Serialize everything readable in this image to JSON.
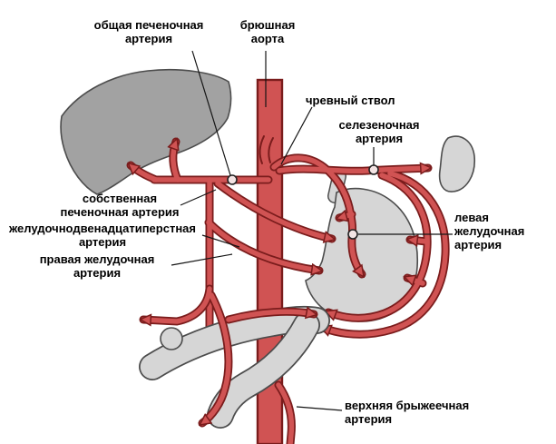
{
  "diagram": {
    "labels": {
      "common_hepatic": "общая печеночная\nартерия",
      "abdominal_aorta": "брюшная\nаорта",
      "celiac_trunk": "чревный ствол",
      "splenic": "селезеночная\nартерия",
      "proper_hepatic": "собственная\nпеченочная артерия",
      "gastroduodenal": "желудочнодвенадцатиперстная\nартерия",
      "right_gastric": "правая желудочная\nартерия",
      "left_gastric": "левая\nжелудочная\nартерия",
      "superior_mesenteric": "верхняя брыжеечная\nартерия"
    },
    "colors": {
      "artery": "#d05353",
      "artery_outline": "#7a1c1c",
      "liver": "#a2a2a2",
      "organ": "#d6d6d6",
      "organ_outline": "#4c4c4c",
      "background": "#ffffff",
      "label_text": "#000000",
      "ring_fill": "#f3e4e4",
      "leader": "#141414"
    }
  }
}
